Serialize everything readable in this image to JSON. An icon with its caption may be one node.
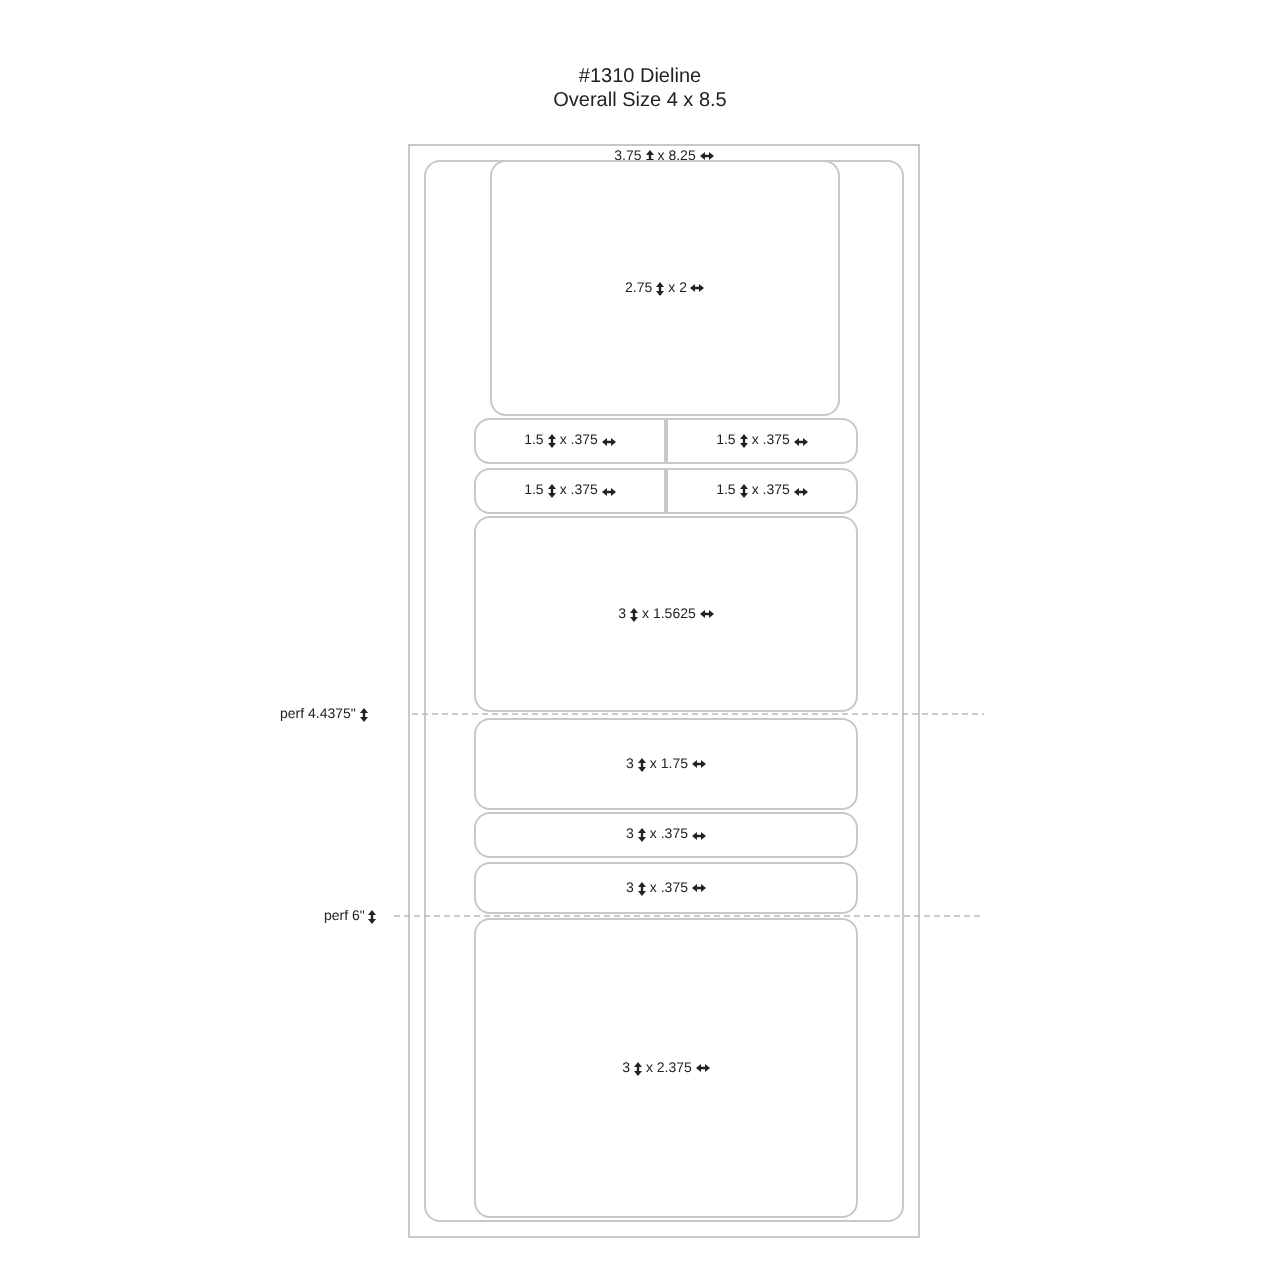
{
  "diagram": {
    "title": "#1310 Dieline Overall Size  4 x 8.5",
    "nodes": [
      {
        "text": [],
        "shape": "box"
      },
      {
        "text": [
          "3.75",
          "x 8.25"
        ],
        "in": 0
      },
      {
        "text": [
          "2.75",
          "x 2"
        ],
        "in": 1
      },
      {
        "text": [
          "1.5",
          "x .375"
        ],
        "in": 1
      },
      {
        "text": [
          "1.5",
          "x .375"
        ],
        "in": 1
      },
      {
        "text": [
          "1.5",
          "x .375"
        ],
        "in": 1
      },
      {
        "text": [
          "1.5",
          "x .375"
        ],
        "in": 1
      },
      {
        "text": [
          "3",
          "x 1.5625"
        ],
        "in": 1
      },
      {
        "text": [
          "3",
          "x 1.75"
        ],
        "in": 1
      },
      {
        "text": [
          "3",
          "x .375"
        ],
        "in": 1
      },
      {
        "text": [
          "3",
          "x .375"
        ],
        "in": 1
      },
      {
        "text": [
          "3",
          "x 2.375"
        ],
        "in": 1
      }
    ],
    "labels": [
      "perf 4.4375\"",
      "perf 6\""
    ]
  }
}
